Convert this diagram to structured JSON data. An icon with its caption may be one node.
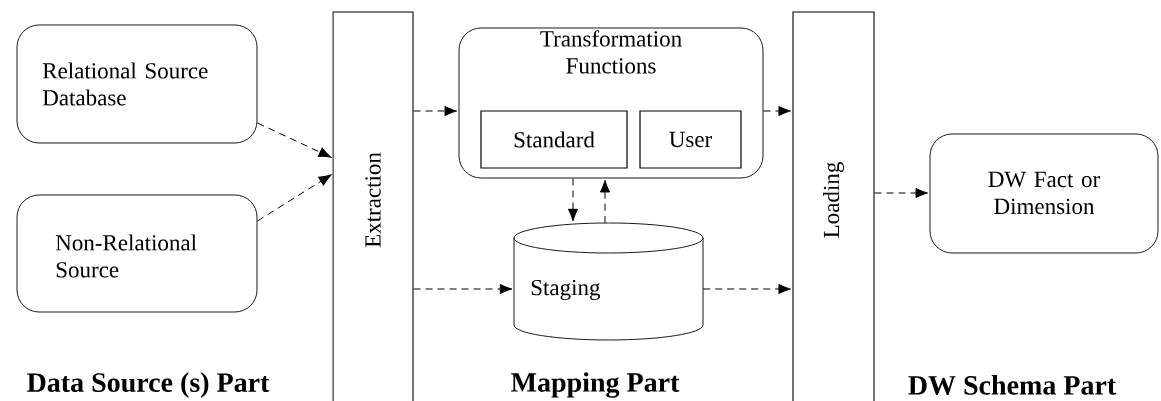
{
  "diagram": {
    "nodes": [
      {
        "text": [
          "Relational Source Database"
        ]
      },
      {
        "text": [
          "Non-Relational Source"
        ]
      },
      {
        "text": [
          "Extraction"
        ]
      },
      {
        "text": [
          "Transformation Functions"
        ]
      },
      {
        "text": [
          "Standard"
        ],
        "in": 3
      },
      {
        "text": [
          "User"
        ],
        "in": 3
      },
      {
        "text": [
          "Staging"
        ]
      },
      {
        "text": [
          "Loading"
        ]
      },
      {
        "text": [
          "DW Fact or Dimension"
        ]
      }
    ],
    "edges": [
      {
        "from": 0,
        "to": 2,
        "arrow": "to",
        "style": "dashed"
      },
      {
        "from": 1,
        "to": 2,
        "arrow": "to",
        "style": "dashed"
      },
      {
        "from": 2,
        "to": 3,
        "arrow": "to",
        "style": "dashed"
      },
      {
        "from": 3,
        "to": 6,
        "arrow": "to",
        "style": "dashed"
      },
      {
        "from": 6,
        "to": 3,
        "arrow": "to",
        "style": "dashed"
      },
      {
        "from": 2,
        "to": 6,
        "arrow": "to",
        "style": "dashed"
      },
      {
        "from": 3,
        "to": 7,
        "arrow": "to",
        "style": "dashed"
      },
      {
        "from": 6,
        "to": 7,
        "arrow": "to",
        "style": "dashed"
      },
      {
        "from": 7,
        "to": 8,
        "arrow": "to",
        "style": "dashed"
      }
    ],
    "labels": [
      "Data Source (s) Part",
      "Mapping Part",
      "DW Schema Part"
    ]
  }
}
